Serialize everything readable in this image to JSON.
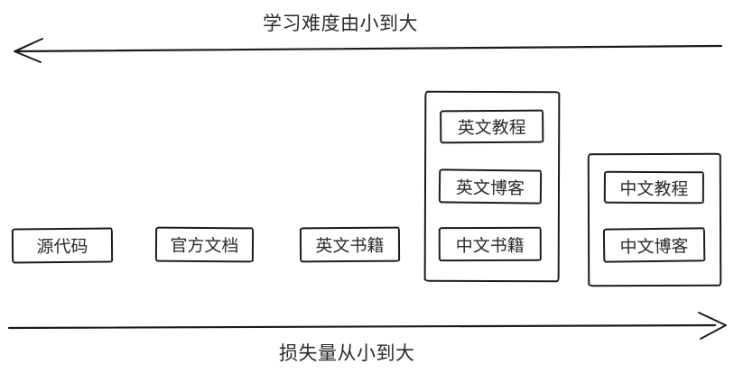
{
  "diagram": {
    "top_axis": {
      "label": "学习难度由小到大",
      "direction": "left"
    },
    "bottom_axis": {
      "label": "损失量从小到大",
      "direction": "right"
    },
    "boxes": [
      {
        "id": "source-code",
        "label": "源代码"
      },
      {
        "id": "official-docs",
        "label": "官方文档"
      },
      {
        "id": "english-books",
        "label": "英文书籍"
      }
    ],
    "groups": [
      {
        "id": "group-english-mixed",
        "items": [
          {
            "id": "english-tutorials",
            "label": "英文教程"
          },
          {
            "id": "english-blogs",
            "label": "英文博客"
          },
          {
            "id": "chinese-books",
            "label": "中文书籍"
          }
        ]
      },
      {
        "id": "group-chinese",
        "items": [
          {
            "id": "chinese-tutorials",
            "label": "中文教程"
          },
          {
            "id": "chinese-blogs",
            "label": "中文博客"
          }
        ]
      }
    ],
    "colors": {
      "stroke": "#1c1c1c",
      "text": "#2b2b2b",
      "background": "#ffffff"
    }
  }
}
